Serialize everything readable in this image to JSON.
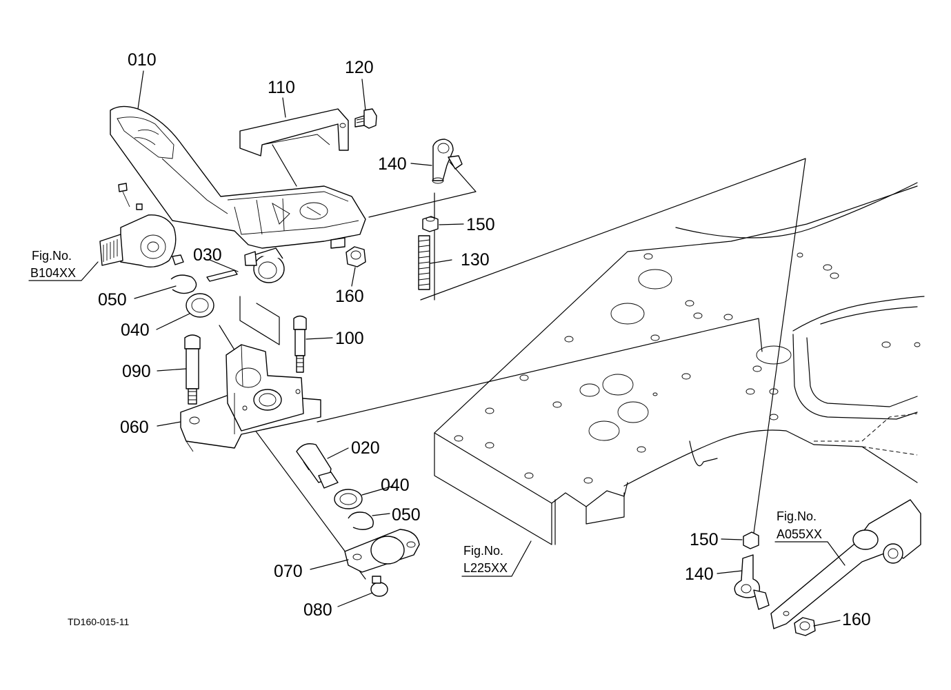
{
  "parts": {
    "p010": "010",
    "p110": "110",
    "p120": "120",
    "p140a": "140",
    "p150a": "150",
    "p130": "130",
    "p030": "030",
    "p160a": "160",
    "p050a": "050",
    "p040a": "040",
    "p100": "100",
    "p090": "090",
    "p060": "060",
    "p020": "020",
    "p040b": "040",
    "p050b": "050",
    "p070": "070",
    "p080": "080",
    "p150b": "150",
    "p140b": "140",
    "p160b": "160"
  },
  "refs": {
    "b104_label": "Fig.No.",
    "b104_code": "B104XX",
    "l225_label": "Fig.No.",
    "l225_code": "L225XX",
    "a055_label": "Fig.No.",
    "a055_code": "A055XX"
  },
  "drawing_code": "TD160-015-11"
}
